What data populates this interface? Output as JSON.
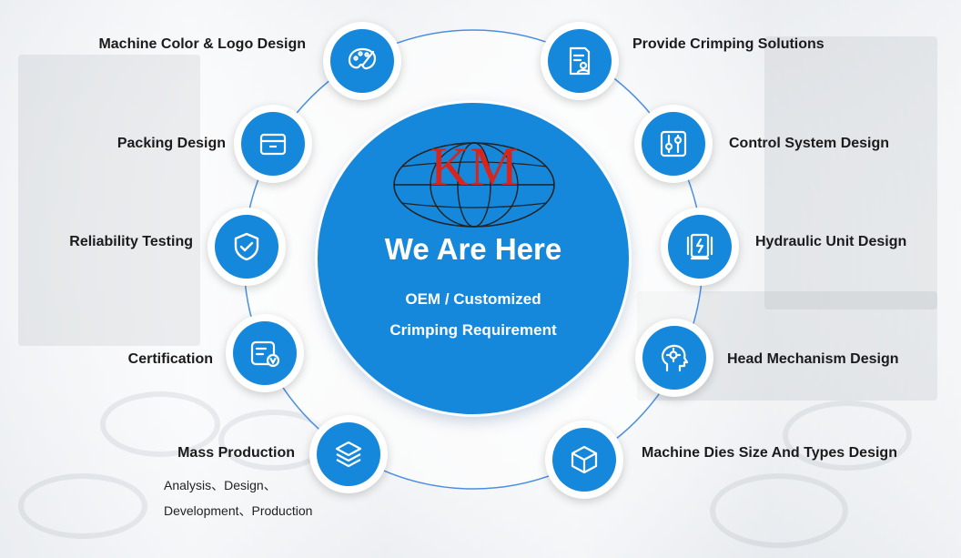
{
  "center": {
    "logo_text": "KM",
    "headline": "We Are Here",
    "line1": "OEM / Customized",
    "line2": "Crimping Requirement"
  },
  "colors": {
    "accent": "#1588db",
    "logo_red": "#d9241c"
  },
  "left_items": [
    {
      "label": "Machine Color & Logo Design",
      "icon": "palette-icon"
    },
    {
      "label": "Packing Design",
      "icon": "box-icon"
    },
    {
      "label": "Reliability Testing",
      "icon": "shield-check-icon"
    },
    {
      "label": "Certification",
      "icon": "certificate-icon"
    },
    {
      "label": "Mass Production",
      "icon": "layers-icon",
      "desc_line1": "Analysis、Design、",
      "desc_line2": "Development、Production"
    }
  ],
  "right_items": [
    {
      "label": "Provide Crimping Solutions",
      "icon": "document-user-icon"
    },
    {
      "label": "Control System Design",
      "icon": "sliders-icon"
    },
    {
      "label": "Hydraulic Unit Design",
      "icon": "hydraulic-unit-icon"
    },
    {
      "label": "Head Mechanism Design",
      "icon": "head-gear-icon"
    },
    {
      "label": "Machine Dies Size And Types Design",
      "icon": "cube-icon"
    }
  ]
}
